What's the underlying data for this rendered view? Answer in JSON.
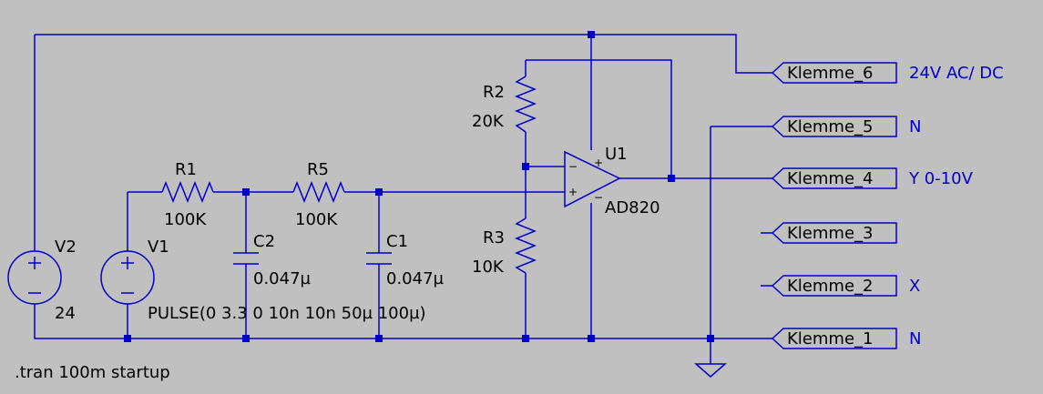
{
  "colors": {
    "background": "#c0c0c0",
    "wire": "#0000c8",
    "text": "#000000",
    "net_label": "#0000c8"
  },
  "components": {
    "v2": {
      "name": "V2",
      "value": "24"
    },
    "v1": {
      "name": "V1",
      "value": "PULSE(0 3.3 0 10n 10n 50µ 100µ)"
    },
    "r1": {
      "name": "R1",
      "value": "100K"
    },
    "r5": {
      "name": "R5",
      "value": "100K"
    },
    "r2": {
      "name": "R2",
      "value": "20K"
    },
    "r3": {
      "name": "R3",
      "value": "10K"
    },
    "c2": {
      "name": "C2",
      "value": "0.047µ"
    },
    "c1": {
      "name": "C1",
      "value": "0.047µ"
    },
    "u1": {
      "name": "U1",
      "value": "AD820",
      "plus": "+",
      "minus": "−"
    }
  },
  "ports": [
    {
      "name": "Klemme_6",
      "desc": "24V AC/ DC"
    },
    {
      "name": "Klemme_5",
      "desc": "N"
    },
    {
      "name": "Klemme_4",
      "desc": "Y 0-10V"
    },
    {
      "name": "Klemme_3",
      "desc": ""
    },
    {
      "name": "Klemme_2",
      "desc": "X"
    },
    {
      "name": "Klemme_1",
      "desc": "N"
    }
  ],
  "directive": ".tran 100m startup"
}
